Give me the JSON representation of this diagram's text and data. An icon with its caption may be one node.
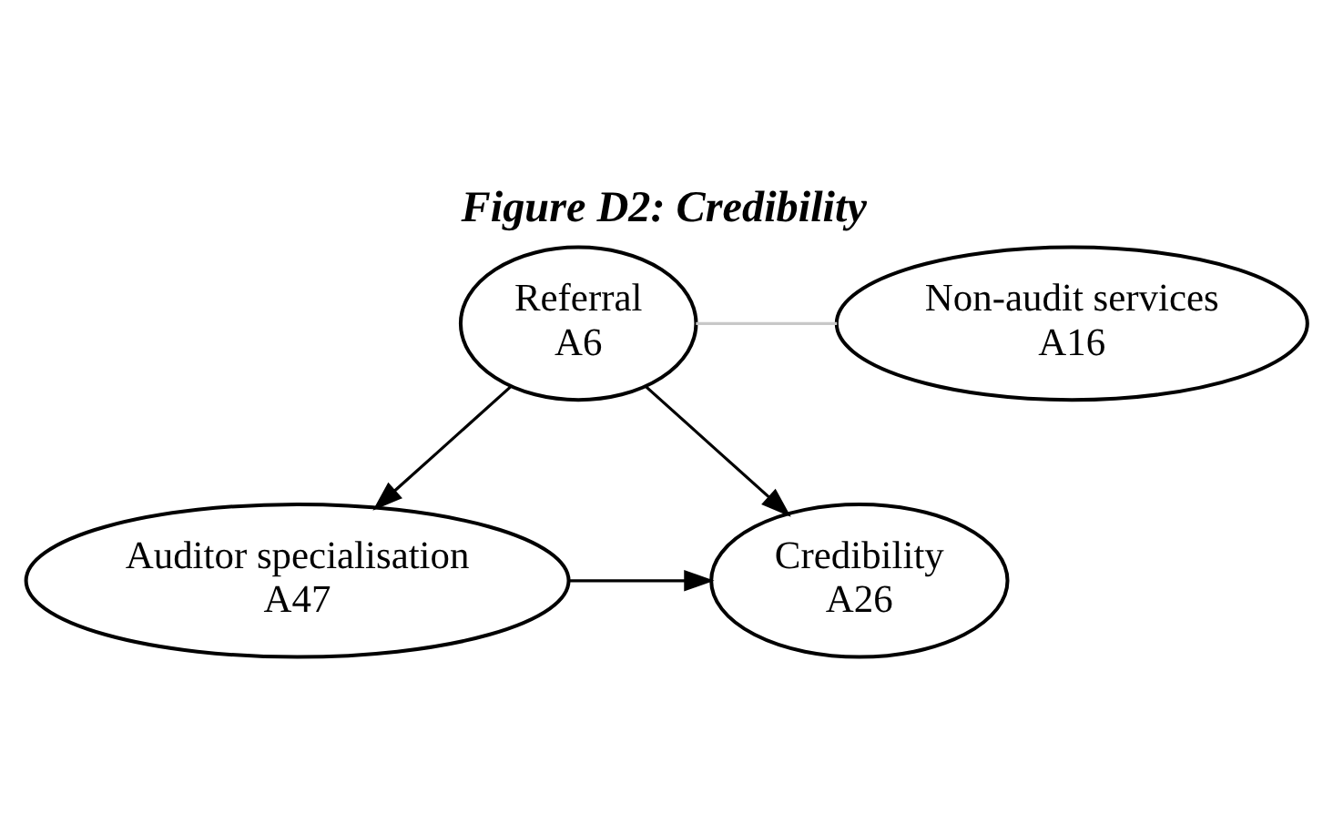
{
  "diagram": {
    "title": "Figure D2: Credibility",
    "nodes": [
      {
        "text": [
          "Referral",
          "A6"
        ]
      },
      {
        "text": [
          "Non-audit services",
          "A16"
        ]
      },
      {
        "text": [
          "Auditor specialisation",
          "A47"
        ]
      },
      {
        "text": [
          "Credibility",
          "A26"
        ]
      }
    ],
    "edges": [
      {
        "from": 0,
        "to": 1,
        "arrow": "none",
        "color": "#c8c8c8"
      },
      {
        "from": 0,
        "to": 2,
        "arrow": "to"
      },
      {
        "from": 0,
        "to": 3,
        "arrow": "to"
      },
      {
        "from": 2,
        "to": 3,
        "arrow": "to"
      }
    ]
  }
}
